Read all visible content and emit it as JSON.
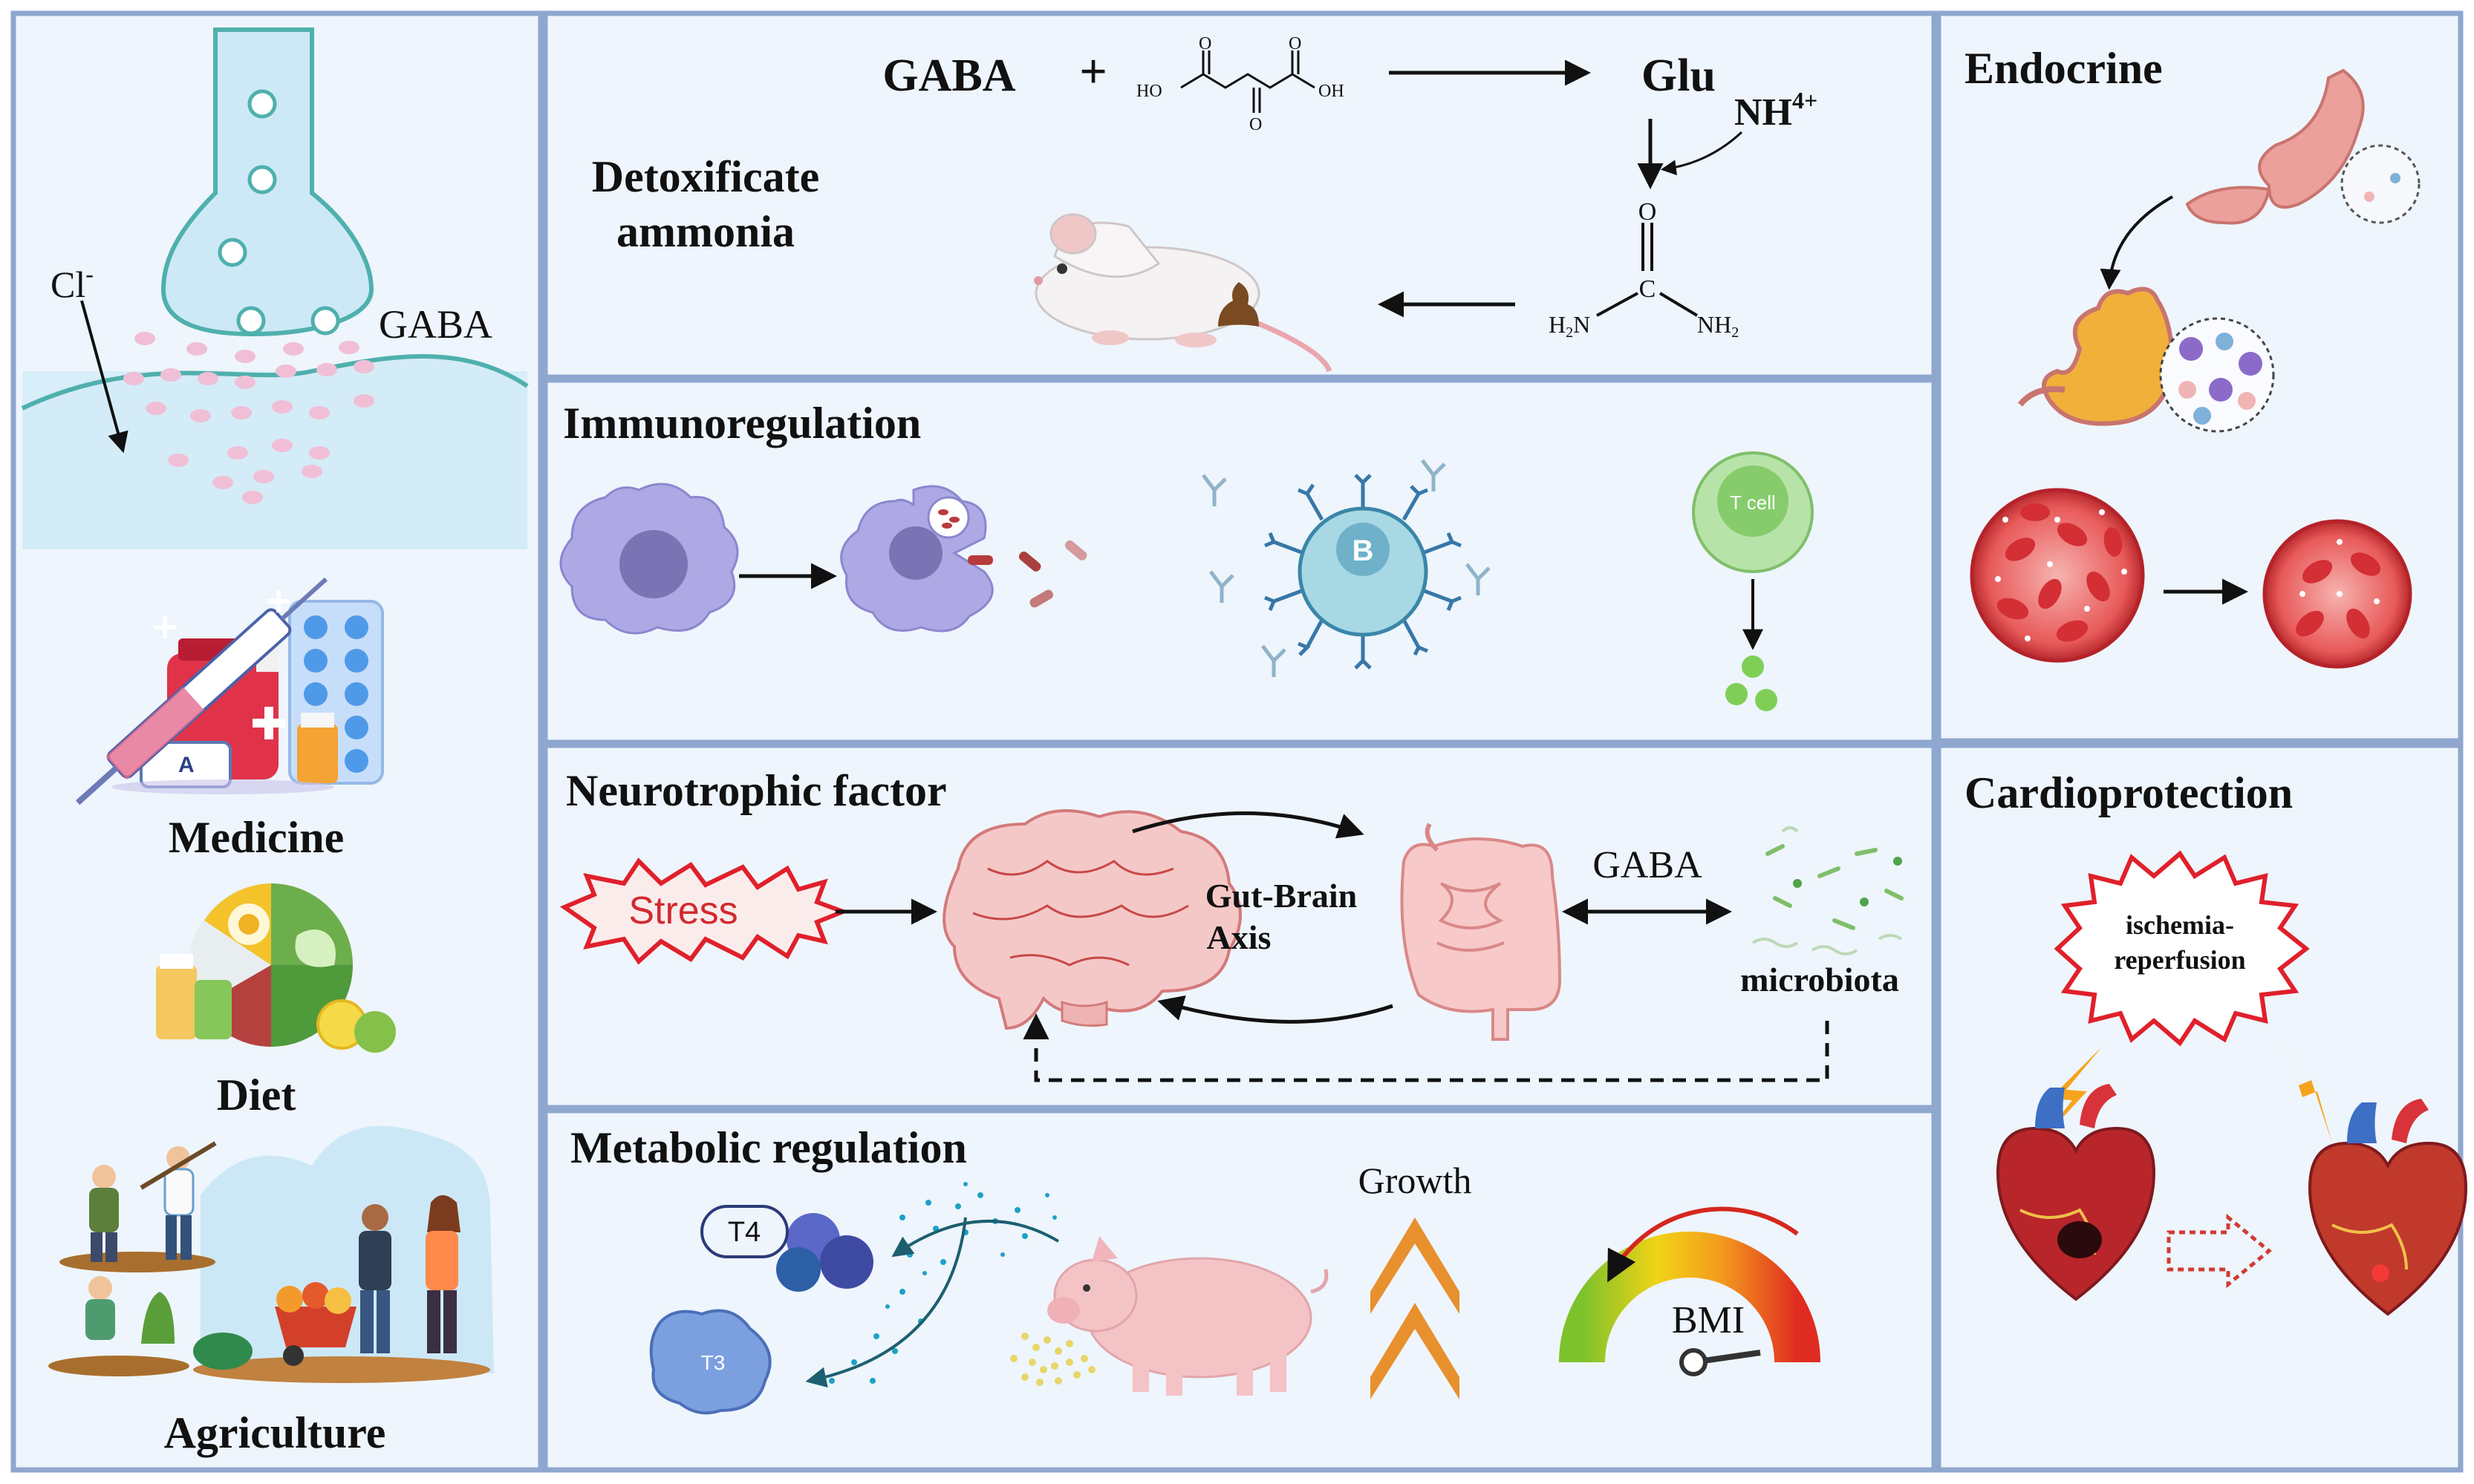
{
  "synapse": {
    "ion_label": "Cl",
    "ion_charge": "-",
    "transmitter": "GABA"
  },
  "applications": {
    "medicine": "Medicine",
    "diet": "Diet",
    "agriculture": "Agriculture"
  },
  "detox": {
    "title_line1": "Detoxificate",
    "title_line2": "ammonia",
    "gaba": "GABA",
    "plus": "+",
    "glu": "Glu",
    "nh4_base": "NH",
    "nh4_sup": "4+",
    "akg_ho": "HO",
    "akg_oh": "OH",
    "akg_o": "O",
    "urea_o": "O",
    "urea_c": "C",
    "urea_h2n": "H",
    "urea_h2n_sub": "2",
    "urea_h2n_n": "N",
    "urea_nh2": "NH",
    "urea_nh2_sub": "2"
  },
  "immuno": {
    "title": "Immunoregulation",
    "b_cell": "B",
    "t_cell": "T cell"
  },
  "neuro": {
    "title": "Neurotrophic factor",
    "stress": "Stress",
    "axis_line1": "Gut-Brain",
    "axis_line2": "Axis",
    "gaba": "GABA",
    "microbiota": "microbiota"
  },
  "metabolic": {
    "title": "Metabolic regulation",
    "t4": "T4",
    "t3": "T3",
    "growth": "Growth",
    "bmi": "BMI"
  },
  "endocrine": {
    "title": "Endocrine"
  },
  "cardio": {
    "title": "Cardioprotection",
    "burst_line1": "ischemia-",
    "burst_line2": "reperfusion"
  },
  "colors": {
    "frame": "#8fa7cf",
    "panel_bg": "#eef5fc",
    "synapse": "#4fb0ad",
    "stress": "#e0202b",
    "chevron": "#e8902e",
    "macrophage": "#a9a5e0",
    "heart": "#c0392b"
  }
}
